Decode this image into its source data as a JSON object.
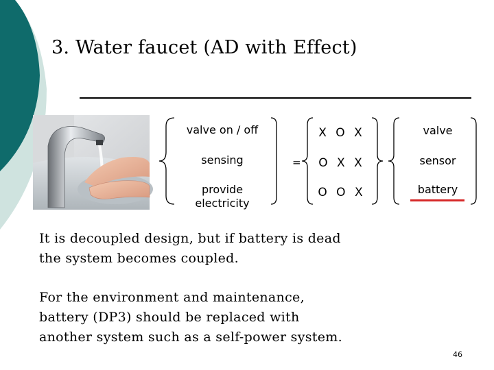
{
  "slide": {
    "title": "3. Water faucet (AD with Effect)",
    "page_number": "46",
    "accent_color": "#0f6b6b",
    "light_accent_color": "#cfe3df"
  },
  "functional_requirements": [
    "valve on / off",
    "sensing",
    "provide electricity"
  ],
  "relation_symbol": "=",
  "design_matrix": [
    "X O X",
    "O X X",
    "O O X"
  ],
  "design_parameters": [
    "valve",
    "sensor",
    "battery"
  ],
  "highlight_color": "#d62828",
  "paragraphs": {
    "p1_line1": "It is decoupled design, but if battery is dead",
    "p1_line2": "the system becomes coupled.",
    "p2_line1": "For the environment and maintenance,",
    "p2_line2": "battery (DP3) should be replaced with",
    "p2_line3": "another system such as a self-power system."
  },
  "photo": {
    "subject": "faucet-with-hands-photo"
  }
}
